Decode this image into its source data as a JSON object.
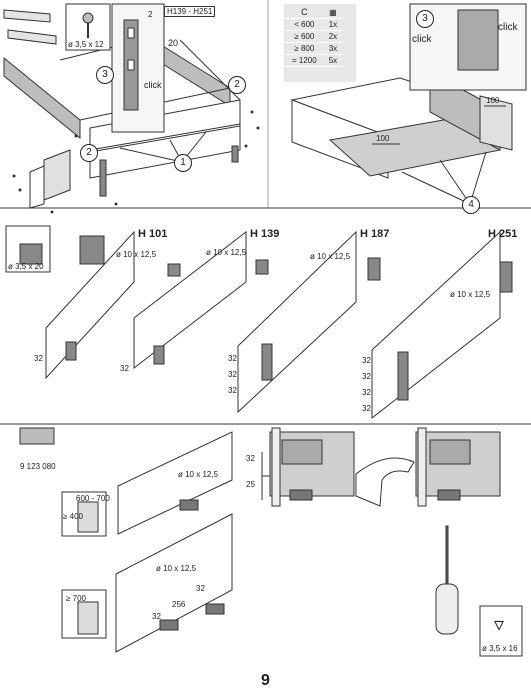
{
  "page_number": "9",
  "section1": {
    "screw_size": "ø 3,5 x 12",
    "height_range": "H139 - H251",
    "dim_20": "20",
    "dim_2": "2",
    "click": "click",
    "steps": [
      "1",
      "2",
      "3"
    ]
  },
  "section2": {
    "table_header": "C",
    "table_rows": [
      {
        "range": "< 600",
        "qty": "1x"
      },
      {
        "range": "≥ 600",
        "qty": "2x"
      },
      {
        "range": "≥ 800",
        "qty": "3x"
      },
      {
        "range": "= 1200",
        "qty": "5x"
      }
    ],
    "step3": "3",
    "step4": "4",
    "click": "click",
    "dim_100a": "100",
    "dim_100b": "100"
  },
  "section3": {
    "screw_size": "ø 3,5 x 20",
    "heights": [
      "H 101",
      "H 139",
      "H 187",
      "H 251"
    ],
    "hole_size": "ø 10 x 12,5",
    "dim_32": "32"
  },
  "section4": {
    "part_number": "9 123 080",
    "range_600_700": "600 - 700",
    "range_400": "≥ 400",
    "range_700": "≥ 700",
    "hole_size": "ø 10 x 12,5",
    "dim_32": "32",
    "dim_25": "25",
    "dim_256": "256",
    "screw_size": "ø 3,5 x 16"
  }
}
